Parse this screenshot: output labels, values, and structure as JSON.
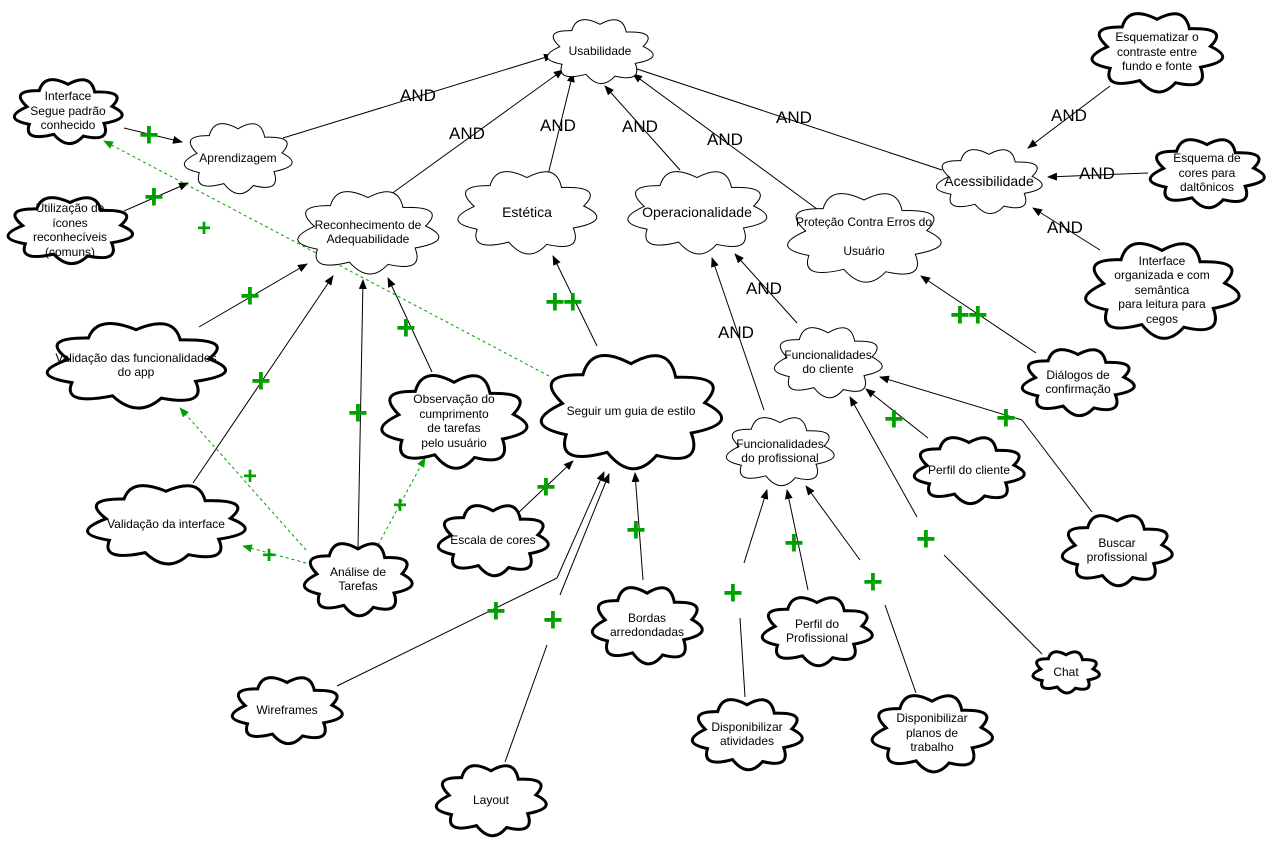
{
  "colors": {
    "contribution": "#00a000",
    "and_line": "#000000",
    "dashed_link": "#00a000"
  },
  "nodes": [
    {
      "id": "usabilidade",
      "label": "Usabilidade"
    },
    {
      "id": "aprendizagem",
      "label": "Aprendizagem"
    },
    {
      "id": "reconhecimento",
      "label": "Reconhecimento de\nAdequabilidade"
    },
    {
      "id": "estetica",
      "label": "Estética"
    },
    {
      "id": "operacionalidade",
      "label": "Operacionalidade"
    },
    {
      "id": "protecao",
      "label": "Proteção Contra Erros do\n\nUsuário"
    },
    {
      "id": "acessibilidade",
      "label": "Acessibilidade"
    },
    {
      "id": "interface_padrao",
      "label": "Interface\nSegue padrão\nconhecido"
    },
    {
      "id": "icones",
      "label": "Utilização de\nícones\nreconhecíveis\n(comuns)"
    },
    {
      "id": "esquematizar",
      "label": "Esquematizar o\ncontraste entre\nfundo e fonte"
    },
    {
      "id": "esquema_cores",
      "label": "Esquema de\ncores para\ndaltônicos"
    },
    {
      "id": "interface_cegos",
      "label": "Interface\norganizada e com\nsemântica\npara leitura para\ncegos"
    },
    {
      "id": "validacao_func",
      "label": "Validação das funcionalidades\ndo app"
    },
    {
      "id": "guia_estilo",
      "label": "Seguir um guia de estilo"
    },
    {
      "id": "observacao",
      "label": "Observação do\ncumprimento\nde tarefas\npelo usuário"
    },
    {
      "id": "validacao_interface",
      "label": "Validação da interface"
    },
    {
      "id": "analise",
      "label": "Análise de\nTarefas"
    },
    {
      "id": "escala_cores",
      "label": "Escala de cores"
    },
    {
      "id": "bordas",
      "label": "Bordas\narredondadas"
    },
    {
      "id": "wireframes",
      "label": "Wireframes"
    },
    {
      "id": "layout",
      "label": "Layout"
    },
    {
      "id": "func_cliente",
      "label": "Funcionalidades\ndo cliente"
    },
    {
      "id": "func_profissional",
      "label": "Funcionalidades\ndo profissional"
    },
    {
      "id": "dialogos",
      "label": "Diálogos de\nconfirmação"
    },
    {
      "id": "perfil_cliente",
      "label": "Perfil do cliente"
    },
    {
      "id": "buscar",
      "label": "Buscar\nprofissional"
    },
    {
      "id": "perfil_prof",
      "label": "Perfil do\nProfissional"
    },
    {
      "id": "disp_atividades",
      "label": "Disponibilizar\natividades"
    },
    {
      "id": "disp_planos",
      "label": "Disponibilizar\nplanos de\ntrabalho"
    },
    {
      "id": "chat",
      "label": "Chat"
    }
  ],
  "and_labels": [
    {
      "id": "a1",
      "text": "AND"
    },
    {
      "id": "a2",
      "text": "AND"
    },
    {
      "id": "a3",
      "text": "AND"
    },
    {
      "id": "a4",
      "text": "AND"
    },
    {
      "id": "a5",
      "text": "AND"
    },
    {
      "id": "a6",
      "text": "AND"
    },
    {
      "id": "a7",
      "text": "AND"
    },
    {
      "id": "a8",
      "text": "AND"
    },
    {
      "id": "a9",
      "text": "AND"
    },
    {
      "id": "a10",
      "text": "AND"
    },
    {
      "id": "a11",
      "text": "AND"
    }
  ],
  "contribution_labels": [
    {
      "id": "p1",
      "text": "+"
    },
    {
      "id": "p2",
      "text": "+"
    },
    {
      "id": "p3",
      "text": "+"
    },
    {
      "id": "p4",
      "text": "+"
    },
    {
      "id": "p5",
      "text": "+"
    },
    {
      "id": "p6",
      "text": "+"
    },
    {
      "id": "p7",
      "text": "+"
    },
    {
      "id": "p8",
      "text": "+"
    },
    {
      "id": "p9",
      "text": "+"
    },
    {
      "id": "p10",
      "text": "+"
    },
    {
      "id": "p11",
      "text": "+"
    },
    {
      "id": "p12",
      "text": "+"
    },
    {
      "id": "p13",
      "text": "+"
    },
    {
      "id": "p14",
      "text": "+"
    },
    {
      "id": "p15",
      "text": "+"
    },
    {
      "id": "p16",
      "text": "+"
    },
    {
      "id": "p17",
      "text": "+"
    },
    {
      "id": "p18",
      "text": "+"
    },
    {
      "id": "p19",
      "text": "+"
    },
    {
      "id": "p20",
      "text": "+"
    },
    {
      "id": "p21",
      "text": "+"
    },
    {
      "id": "pp1",
      "text": "++"
    },
    {
      "id": "pp2",
      "text": "++"
    }
  ]
}
